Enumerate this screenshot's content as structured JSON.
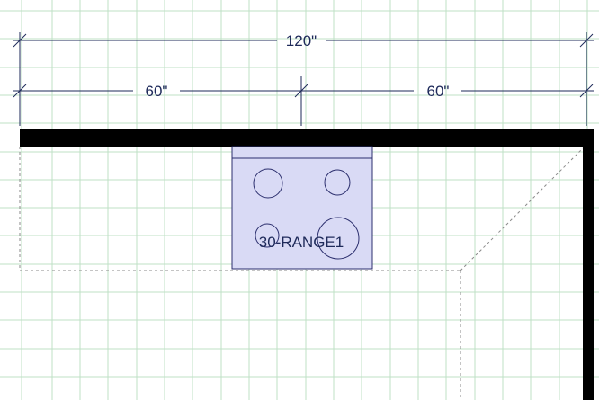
{
  "dimensions": {
    "overall": "120\"",
    "left_segment": "60\"",
    "right_segment": "60\""
  },
  "appliance": {
    "label": "30-RANGE1",
    "fill_color": "#d9daf5",
    "stroke_color": "#2c2f6e"
  },
  "colors": {
    "grid": "#bfe0c6",
    "wall": "#000000",
    "dimension_line": "#1e2a5a",
    "counter_outline": "#8a8a8a"
  }
}
